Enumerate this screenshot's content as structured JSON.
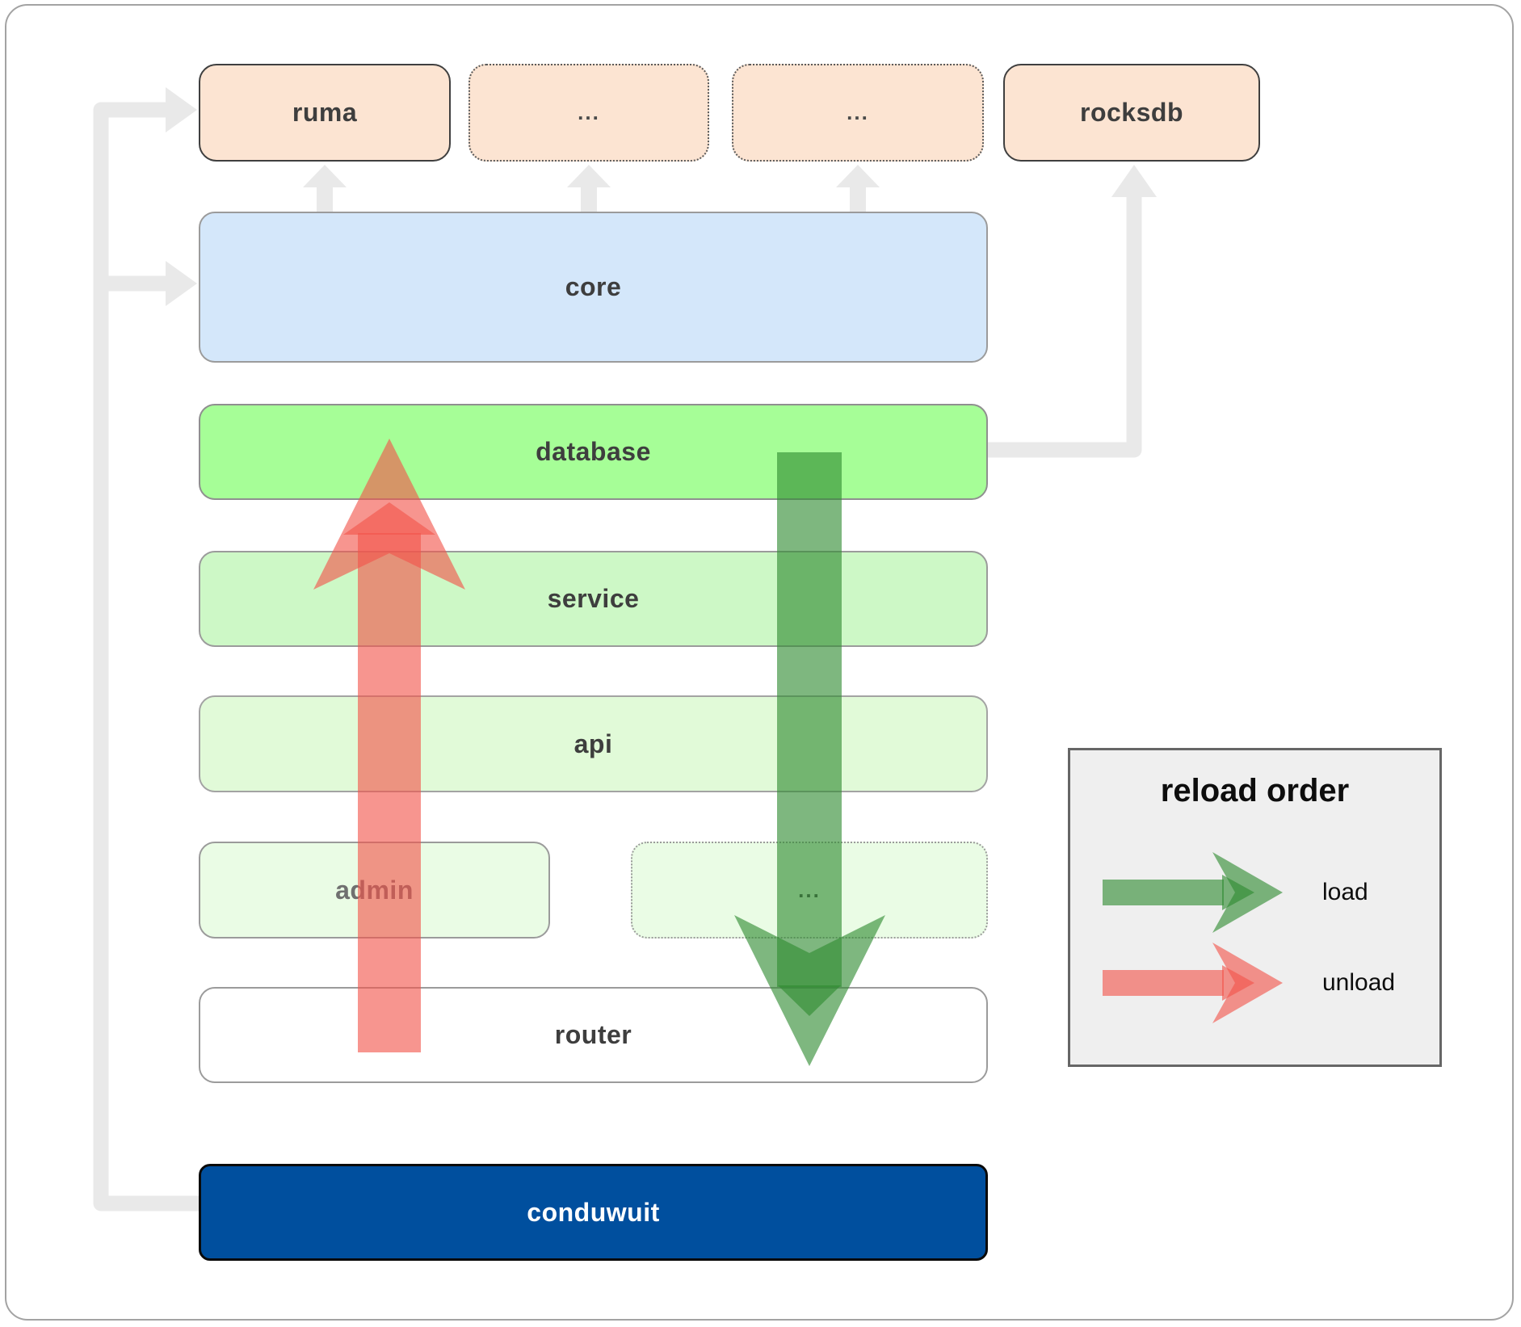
{
  "boxes": {
    "top_row": [
      {
        "label": "ruma",
        "border": "solid"
      },
      {
        "label": "...",
        "border": "dotted"
      },
      {
        "label": "...",
        "border": "dotted"
      },
      {
        "label": "rocksdb",
        "border": "solid"
      }
    ],
    "core": {
      "label": "core"
    },
    "database": {
      "label": "database"
    },
    "service": {
      "label": "service"
    },
    "api": {
      "label": "api"
    },
    "admin": {
      "label": "admin"
    },
    "admin_more": {
      "label": "..."
    },
    "router": {
      "label": "router"
    },
    "conduwuit": {
      "label": "conduwuit"
    }
  },
  "legend": {
    "title": "reload order",
    "items": [
      {
        "label": "load",
        "color": "#2e8b30"
      },
      {
        "label": "unload",
        "color": "#f2544b"
      }
    ]
  },
  "colors": {
    "top_box_fill": "#fce4d2",
    "core_fill": "#d4e7fa",
    "database_fill": "#a6fe97",
    "service_fill": "#cdf8c6",
    "api_fill": "#e1fad8",
    "admin_fill": "#eafce5",
    "router_fill": "#ffffff",
    "conduwuit_fill": "#004f9e",
    "conduwuit_text": "#ffffff",
    "connector_gray": "#e9e9e9",
    "load_green": "#2e8b30",
    "unload_red": "#f2544b",
    "legend_fill": "#efefef"
  }
}
